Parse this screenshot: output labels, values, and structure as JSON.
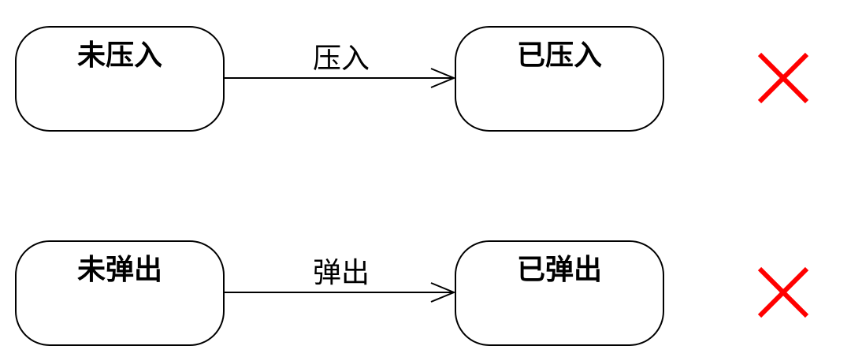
{
  "colors": {
    "box_stroke": "#000000",
    "text": "#000000",
    "cross": "#ff0000",
    "background": "#ffffff"
  },
  "rows": [
    {
      "source_state": "未压入",
      "transition": "压入",
      "target_state": "已压入",
      "mark_icon": "cross-icon"
    },
    {
      "source_state": "未弹出",
      "transition": "弹出",
      "target_state": "已弹出",
      "mark_icon": "cross-icon"
    }
  ]
}
